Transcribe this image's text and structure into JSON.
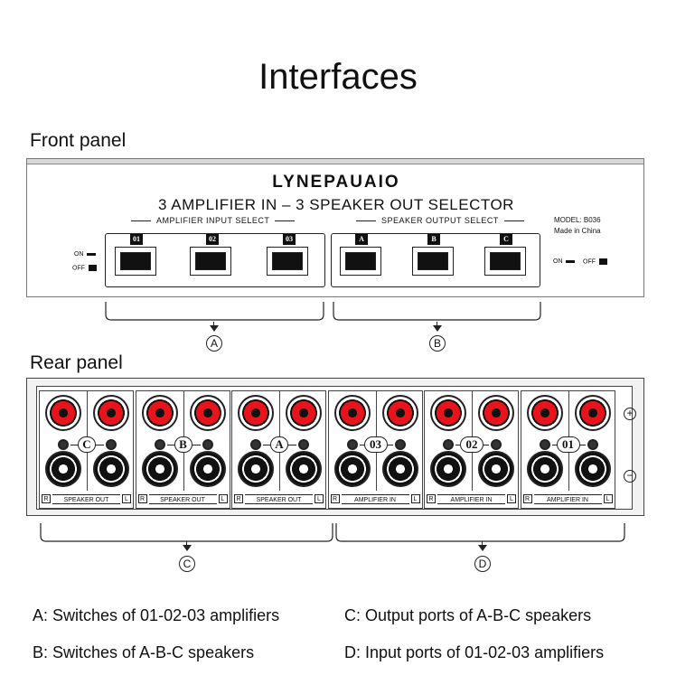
{
  "title": "Interfaces",
  "front_panel": {
    "label": "Front panel",
    "brand": "LYNEPAUAIO",
    "product_title": "3 AMPLIFIER IN – 3 SPEAKER OUT SELECTOR",
    "amplifier_group_label": "AMPLIFIER  INPUT  SELECT",
    "speaker_group_label": "SPEAKER  OUTPUT SELECT",
    "amplifier_switches": [
      "01",
      "02",
      "03"
    ],
    "speaker_switches": [
      "A",
      "B",
      "C"
    ],
    "model": "MODEL: B036",
    "made_in": "Made in China",
    "left_on": "ON",
    "left_off": "OFF",
    "right_on": "ON",
    "right_off": "OFF",
    "callouts": [
      "A",
      "B"
    ]
  },
  "rear_panel": {
    "label": "Rear panel",
    "groups": [
      {
        "badge": "C",
        "label": "SPEAKER OUT"
      },
      {
        "badge": "B",
        "label": "SPEAKER OUT"
      },
      {
        "badge": "A",
        "label": "SPEAKER OUT"
      },
      {
        "badge": "03",
        "label": "AMPLIFIER  IN"
      },
      {
        "badge": "02",
        "label": "AMPLIFIER  IN"
      },
      {
        "badge": "01",
        "label": "AMPLIFIER  IN"
      }
    ],
    "right_tag": "R",
    "left_tag": "L",
    "plus": "+",
    "minus": "−",
    "callouts": [
      "C",
      "D"
    ]
  },
  "legend": {
    "a": "A: Switches of 01-02-03 amplifiers",
    "b": "B: Switches of A-B-C speakers",
    "c": "C: Output ports of A-B-C speakers",
    "d": "D: Input ports of 01-02-03 amplifiers"
  },
  "colors": {
    "red_post": "#e8141b",
    "black_post": "#111111",
    "panel_line": "#222222"
  }
}
